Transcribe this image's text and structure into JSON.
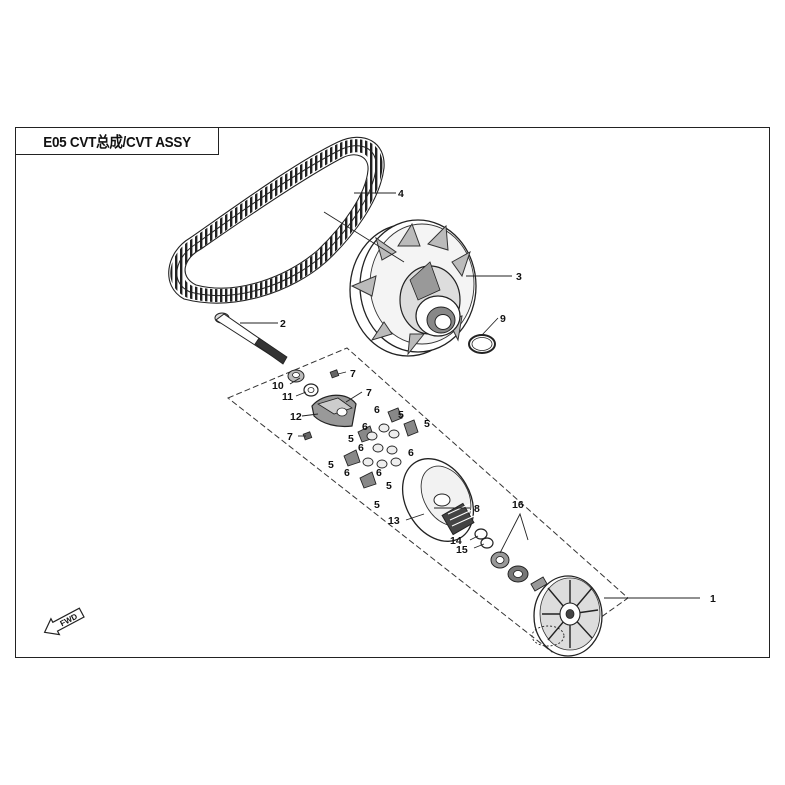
{
  "title": "E05 CVT总成/CVT ASSY",
  "fwd_label": "FWD",
  "callouts": [
    {
      "id": "c1",
      "text": "1"
    },
    {
      "id": "c2",
      "text": "2"
    },
    {
      "id": "c3",
      "text": "3"
    },
    {
      "id": "c4",
      "text": "4"
    },
    {
      "id": "c5a",
      "text": "5"
    },
    {
      "id": "c5b",
      "text": "5"
    },
    {
      "id": "c5c",
      "text": "5"
    },
    {
      "id": "c5d",
      "text": "5"
    },
    {
      "id": "c5e",
      "text": "5"
    },
    {
      "id": "c5f",
      "text": "5"
    },
    {
      "id": "c6a",
      "text": "6"
    },
    {
      "id": "c6b",
      "text": "6"
    },
    {
      "id": "c6c",
      "text": "6"
    },
    {
      "id": "c6d",
      "text": "6"
    },
    {
      "id": "c6e",
      "text": "6"
    },
    {
      "id": "c6f",
      "text": "6"
    },
    {
      "id": "c7a",
      "text": "7"
    },
    {
      "id": "c7b",
      "text": "7"
    },
    {
      "id": "c7c",
      "text": "7"
    },
    {
      "id": "c8",
      "text": "8"
    },
    {
      "id": "c9",
      "text": "9"
    },
    {
      "id": "c10",
      "text": "10"
    },
    {
      "id": "c11",
      "text": "11"
    },
    {
      "id": "c12",
      "text": "12"
    },
    {
      "id": "c13",
      "text": "13"
    },
    {
      "id": "c14",
      "text": "14"
    },
    {
      "id": "c15",
      "text": "15"
    },
    {
      "id": "c16",
      "text": "16"
    }
  ]
}
